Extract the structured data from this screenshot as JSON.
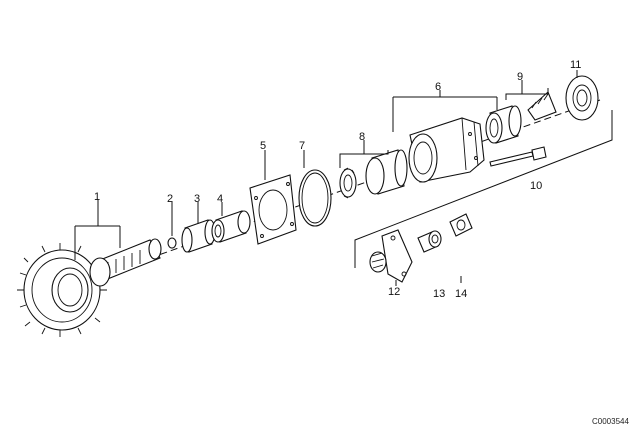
{
  "diagram": {
    "part_numbers": {
      "p1": "1",
      "p2": "2",
      "p3": "3",
      "p4": "4",
      "p5": "5",
      "p6": "6",
      "p7": "7",
      "p8": "8",
      "p9": "9",
      "p10": "10",
      "p11": "11",
      "p12": "12",
      "p13": "13",
      "p14": "14"
    },
    "image_code": "C0003544"
  }
}
